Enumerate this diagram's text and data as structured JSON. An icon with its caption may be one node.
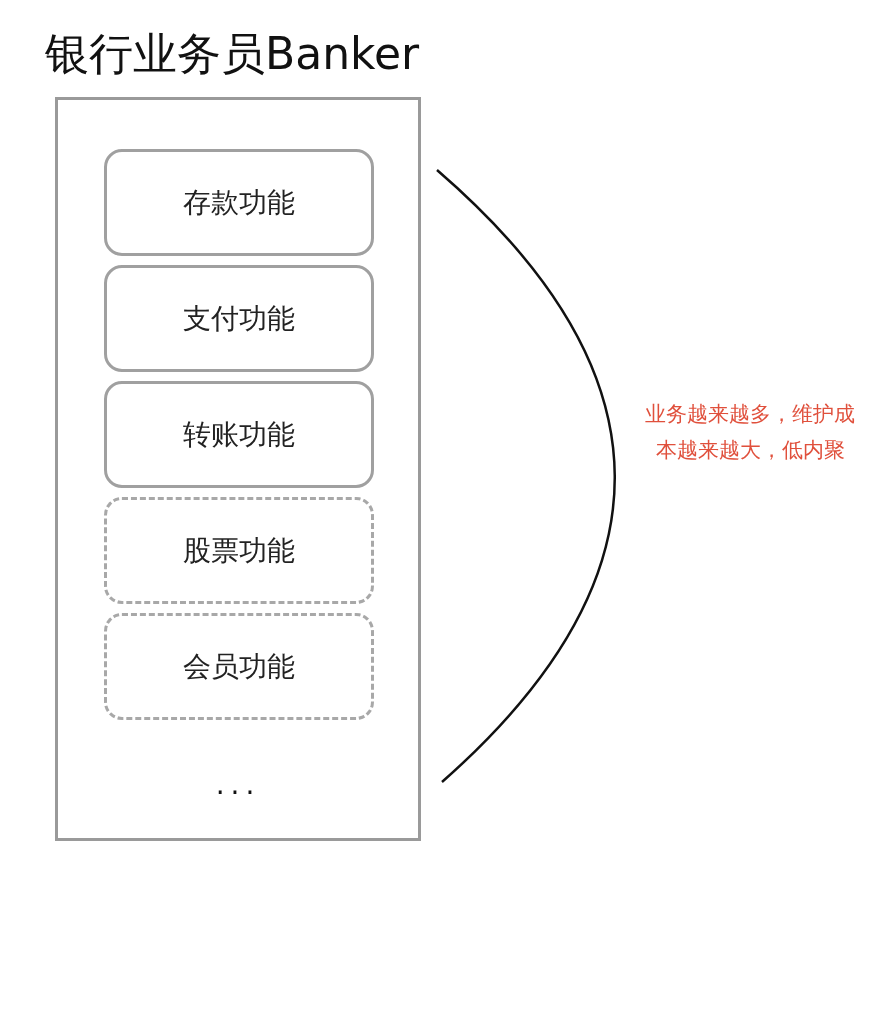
{
  "diagram": {
    "nodes": [
      {
        "text": [
          "银行业务员Banker",
          "···"
        ]
      },
      {
        "text": [
          "存款功能"
        ],
        "in": 0
      },
      {
        "text": [
          "支付功能"
        ],
        "in": 0
      },
      {
        "text": [
          "转账功能"
        ],
        "in": 0
      },
      {
        "text": [
          "股票功能"
        ],
        "in": 0
      },
      {
        "text": [
          "会员功能"
        ],
        "in": 0
      }
    ],
    "edges": [],
    "labels": [
      "业务越来越多，维护成本越来越大，低内聚"
    ]
  }
}
